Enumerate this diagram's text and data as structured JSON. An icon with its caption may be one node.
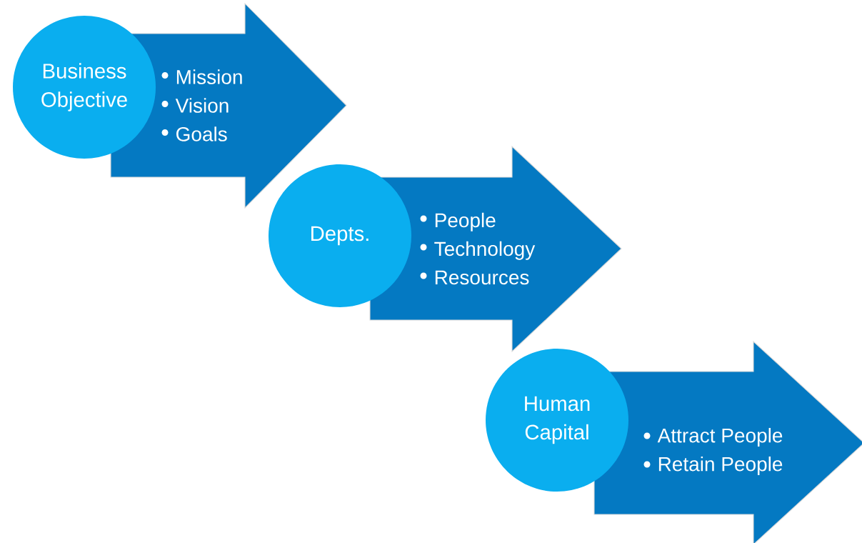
{
  "diagram": {
    "nodes": [
      {
        "text": [
          "Business Objective"
        ]
      },
      {
        "text": [
          "Mission",
          "Vision",
          "Goals"
        ]
      },
      {
        "text": [
          "Depts."
        ]
      },
      {
        "text": [
          "People",
          "Technology",
          "Resources"
        ]
      },
      {
        "text": [
          "Human Capital"
        ]
      },
      {
        "text": [
          "Attract People",
          "Retain People"
        ]
      }
    ]
  }
}
